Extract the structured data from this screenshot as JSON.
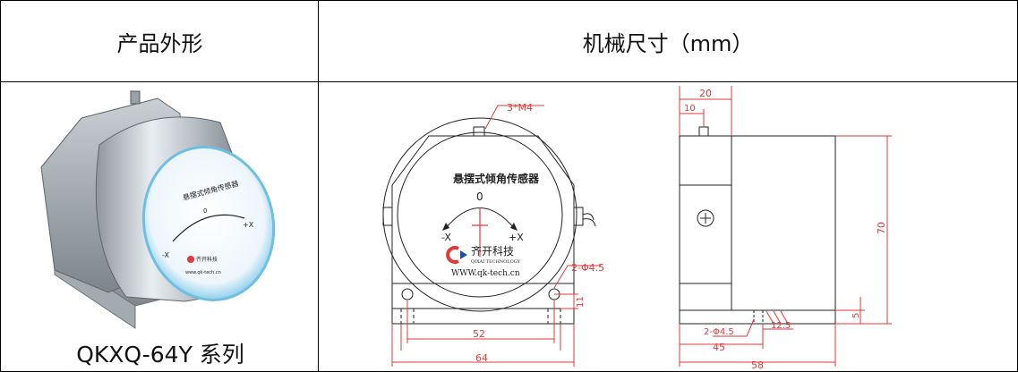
{
  "header": {
    "product_appearance": "产品外形",
    "mechanical_dimensions": "机械尺寸（mm）"
  },
  "product": {
    "model_series": "QKXQ-64Y 系列",
    "face_title": "悬摆式倾角传感器",
    "face_zero": "0",
    "face_minus": "-X",
    "face_plus": "+X",
    "face_brand": "齐开科技",
    "face_url": "www.qk-tech.cn"
  },
  "front_view": {
    "title": "悬摆式倾角传感器",
    "zero": "0",
    "minus_x": "-X",
    "plus_x": "+X",
    "brand_cn": "齐开科技",
    "brand_en": "QIXAI TECHNOLOGY",
    "url": "WWW.qk-tech.cn",
    "dim_screw": "3*M4",
    "dim_hole": "2-Φ4.5",
    "dim_11": "11",
    "dim_52": "52",
    "dim_64": "64"
  },
  "side_view": {
    "dim_20": "20",
    "dim_10": "10",
    "dim_70": "70",
    "dim_5": "5",
    "dim_hole": "2-Φ4.5",
    "dim_12_5": "12.5",
    "dim_45": "45",
    "dim_58": "58"
  },
  "colors": {
    "dimension_line": "#e23a3a",
    "drawing_line": "#222222",
    "border": "#000000"
  }
}
